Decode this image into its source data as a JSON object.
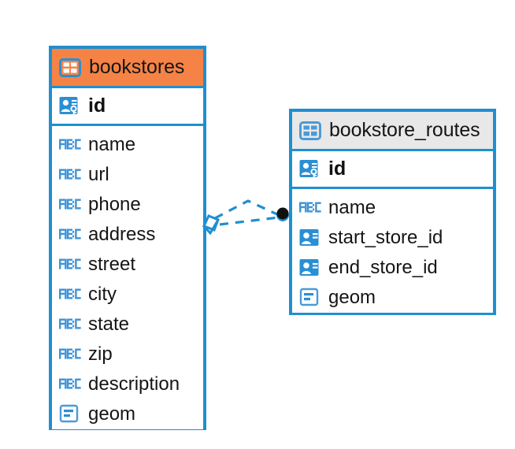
{
  "diagram": {
    "type": "entity-relationship-diagram",
    "background_color": "#ffffff",
    "accent_color": "#1f8fd0",
    "highlight_color": "#f58345",
    "header_grey": "#e8e8e8"
  },
  "entities": [
    {
      "name": "bookstores",
      "header_color": "#f58345",
      "primary_key": {
        "label": "id",
        "icon": "primary-key-icon"
      },
      "fields": [
        {
          "label": "name",
          "icon": "abc-text-icon"
        },
        {
          "label": "url",
          "icon": "abc-text-icon"
        },
        {
          "label": "phone",
          "icon": "abc-text-icon"
        },
        {
          "label": "address",
          "icon": "abc-text-icon"
        },
        {
          "label": "street",
          "icon": "abc-text-icon"
        },
        {
          "label": "city",
          "icon": "abc-text-icon"
        },
        {
          "label": "state",
          "icon": "abc-text-icon"
        },
        {
          "label": "zip",
          "icon": "abc-text-icon"
        },
        {
          "label": "description",
          "icon": "abc-text-icon"
        },
        {
          "label": "geom",
          "icon": "geometry-icon"
        }
      ]
    },
    {
      "name": "bookstore_routes",
      "header_color": "#e8e8e8",
      "primary_key": {
        "label": "id",
        "icon": "primary-key-icon"
      },
      "fields": [
        {
          "label": "name",
          "icon": "abc-text-icon"
        },
        {
          "label": "start_store_id",
          "icon": "foreign-key-icon"
        },
        {
          "label": "end_store_id",
          "icon": "foreign-key-icon"
        },
        {
          "label": "geom",
          "icon": "geometry-icon"
        }
      ]
    }
  ],
  "relationship": {
    "from_entity": "bookstores",
    "to_entity": "bookstore_routes",
    "line_style": "dashed",
    "line_color": "#1f8fd0",
    "source_marker": "open-diamond",
    "target_marker": "filled-circle",
    "target_marker_color": "#101010"
  }
}
